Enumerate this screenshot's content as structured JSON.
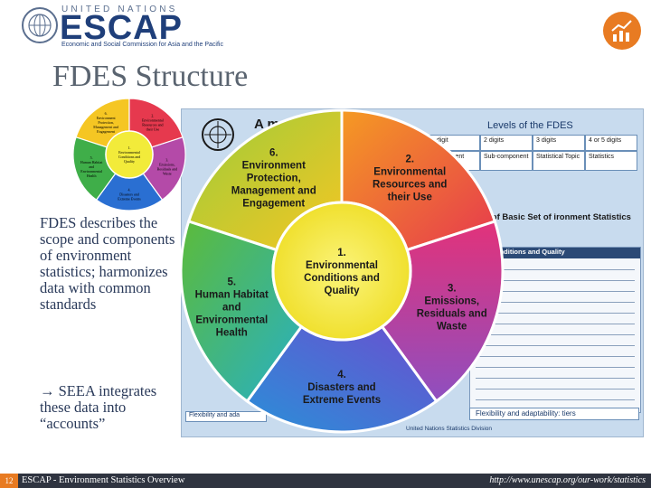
{
  "header": {
    "org_line1": "UNITED NATIONS",
    "org_line2": "ESCAP",
    "org_line3": "Economic and Social Commission for Asia and the Pacific"
  },
  "title": "FDES Structure",
  "left_text": {
    "description": "FDES describes the scope and components of environment statistics; harmonizes data with common standards",
    "seea": "→ SEEA integrates these data into “accounts”"
  },
  "document": {
    "title": "A multi-level approach",
    "levels_title": "Levels of the FDES",
    "levels_header": [
      "1 digit",
      "2 digits",
      "3 digits",
      "4 or 5 digits"
    ],
    "levels_row": [
      "Component",
      "Sub-component",
      "Statistical Topic",
      "Statistics"
    ],
    "sample_title": "mple of Basic Set of ironment Statistics",
    "sample_header": "ental Conditions and Quality",
    "flex_right": "Flexibility and adaptability: tiers",
    "flex_left": "Flexibility and ada",
    "footer": "United Nations Statistics Division"
  },
  "wheel": {
    "segments": [
      {
        "label": [
          "6.",
          "Environment",
          "Protection,",
          "Management and",
          "Engagement"
        ],
        "color": "#f5a623"
      },
      {
        "label": [
          "2.",
          "Environmental",
          "Resources and",
          "their Use"
        ],
        "color": "#e6394e"
      },
      {
        "label": [
          "3.",
          "Emissions,",
          "Residuals and",
          "Waste"
        ],
        "color": "#b44aa8"
      },
      {
        "label": [
          "4.",
          "Disasters and",
          "Extreme Events"
        ],
        "color": "#2a6fd2"
      },
      {
        "label": [
          "5.",
          "Human Habitat",
          "and",
          "Environmental",
          "Health"
        ],
        "color": "#3fae49"
      }
    ],
    "center": [
      "1.",
      "Environmental",
      "Conditions and",
      "Quality"
    ],
    "center_color": "#f2eb3a"
  },
  "small_wheel": {
    "segments": [
      {
        "label": [
          "6.",
          "Environment",
          "Protection,",
          "Management and",
          "Engagement"
        ]
      },
      {
        "label": [
          "2.",
          "Environmental",
          "Resources and",
          "their Use"
        ]
      },
      {
        "label": [
          "3.",
          "Emissions,",
          "Residuals and",
          "Waste"
        ]
      },
      {
        "label": [
          "4.",
          "Disasters and",
          "Extreme Events"
        ]
      },
      {
        "label": [
          "5.",
          "Human Habitat",
          "and",
          "Environmental",
          "Health"
        ]
      }
    ],
    "center": [
      "1.",
      "Environmental",
      "Conditions and",
      "Quality"
    ]
  },
  "footer": {
    "page": "12",
    "left": "ESCAP - Environment Statistics Overview",
    "right": "http://www.unescap.org/our-work/statistics"
  },
  "colors": {
    "accent": "#e87b22",
    "title": "#5a6470",
    "brand": "#1f3f7a"
  },
  "icons": [
    "un-emblem-icon",
    "statistics-icon"
  ]
}
